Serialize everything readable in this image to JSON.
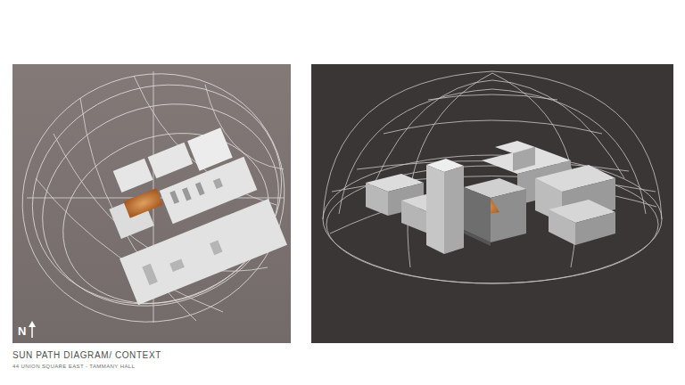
{
  "diagram": {
    "title": "SUN PATH DIAGRAM/ CONTEXT",
    "caption": "44 UNION SQUARE EAST - TAMMANY HALL",
    "labels": [
      "N"
    ]
  }
}
